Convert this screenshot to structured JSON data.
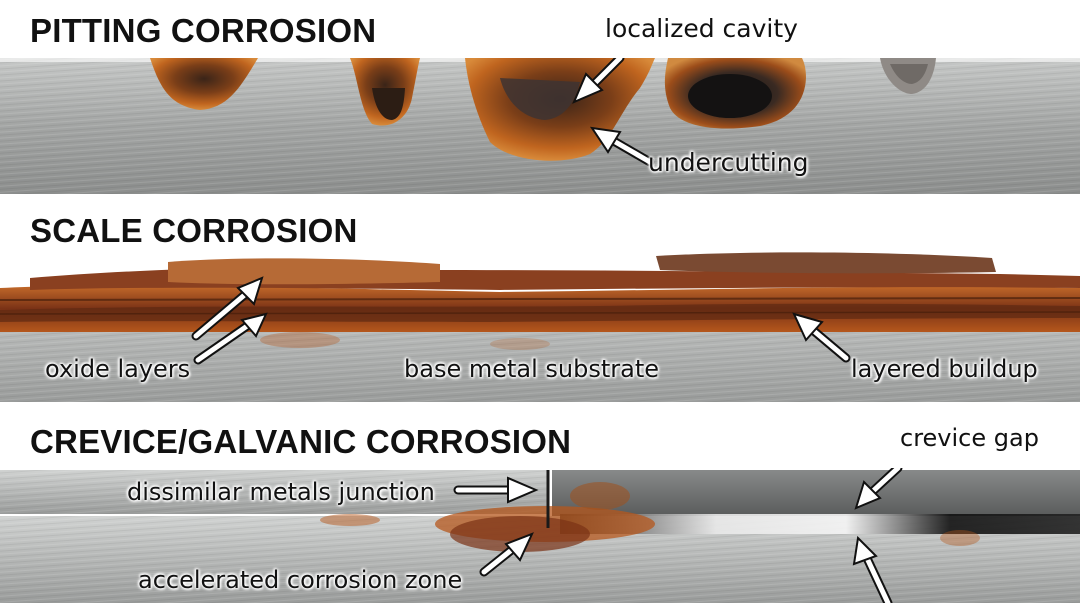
{
  "sections": {
    "pitting": {
      "title": "PITTING CORROSION",
      "labels": {
        "cavity": "localized cavity",
        "undercut": "undercutting"
      }
    },
    "scale": {
      "title": "SCALE CORROSION",
      "labels": {
        "oxide": "oxide layers",
        "substrate": "base metal substrate",
        "buildup": "layered buildup"
      }
    },
    "crevice": {
      "title": "CREVICE/GALVANIC CORROSION",
      "labels": {
        "gap": "crevice gap",
        "junction": "dissimilar metals junction",
        "zone": "accelerated corrosion zone"
      }
    }
  },
  "colors": {
    "steel": "#a9abaa",
    "steel_dark": "#7d7f7e",
    "rust": "#b5571c",
    "rust_dark": "#5e2a12",
    "dark_steel": "#6a6c6c"
  }
}
